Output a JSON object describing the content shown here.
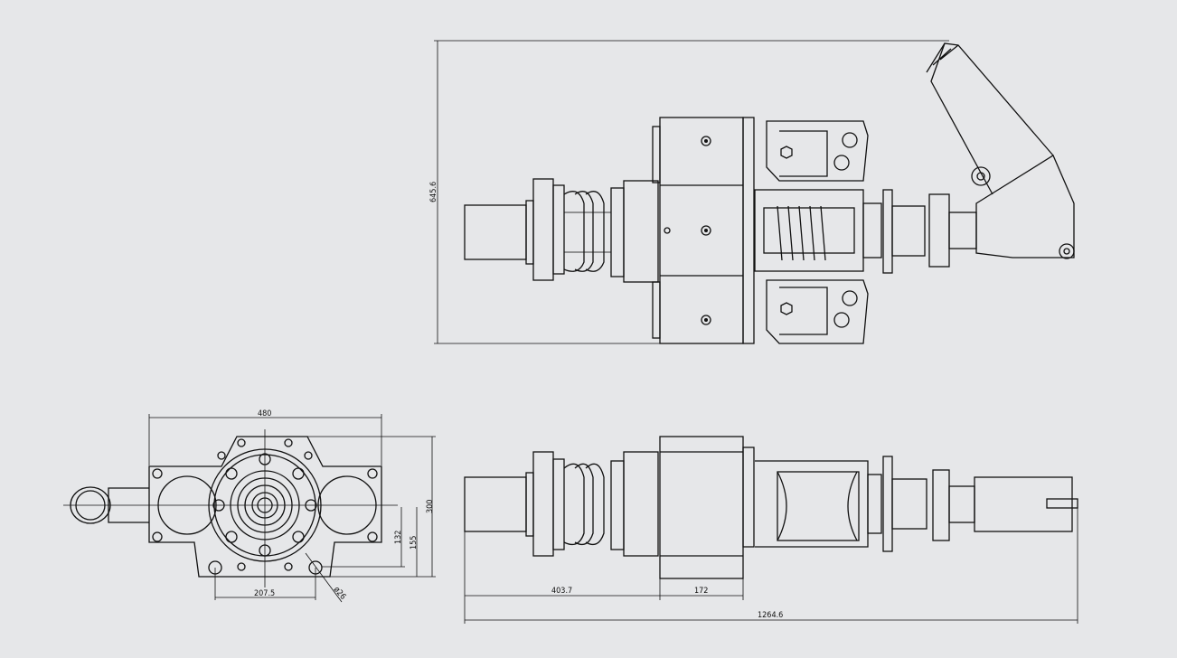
{
  "drawing": {
    "views": [
      "top-view",
      "front-view",
      "side-view"
    ],
    "dimensions": {
      "overall_height_top": "645.6",
      "front_width": "480",
      "front_height": "300",
      "front_155": "155",
      "front_132": "132",
      "front_hole_spacing": "207.5",
      "hole_diameter": "ø26",
      "side_403": "403.7",
      "side_172": "172",
      "overall_length": "1264.6"
    },
    "colors": {
      "background": "#e6e7e9",
      "line": "#111111"
    }
  }
}
